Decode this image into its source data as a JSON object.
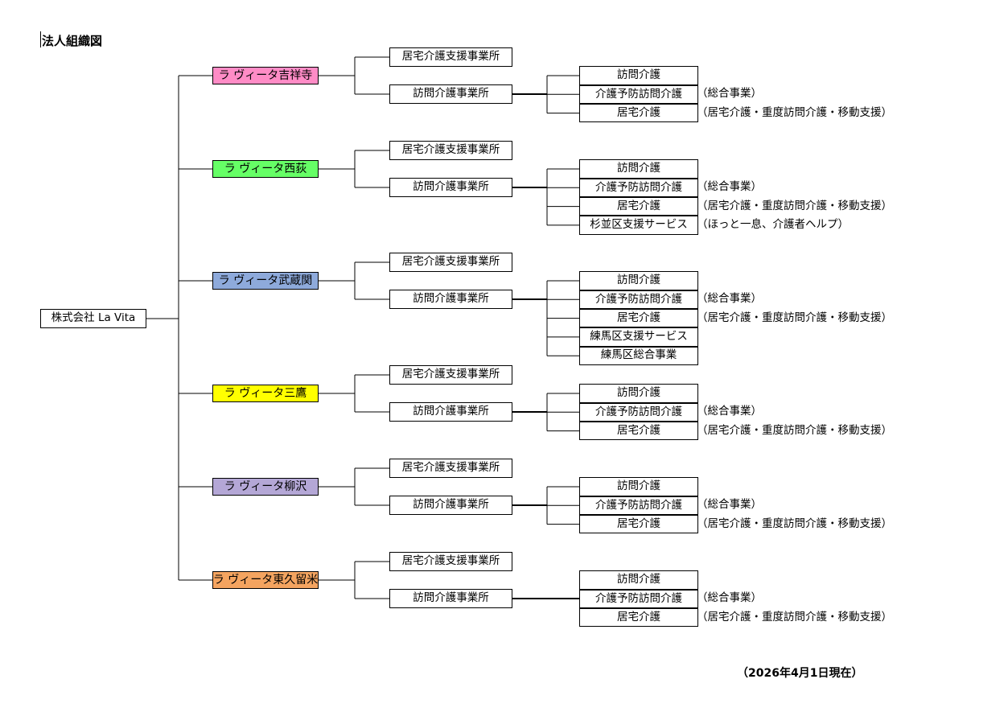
{
  "title": "法人組織図",
  "date": "（2026年4月1日現在）",
  "root": "株式会社 La Vita",
  "colors": {
    "kichijoji": "#ff8cc6",
    "nishiogi": "#66ff66",
    "musashiseki": "#8eaadb",
    "mitaka": "#ffff00",
    "yagisawa": "#b4a7d6",
    "higashikurume": "#f4a460"
  },
  "branches": [
    {
      "name": "ラ ヴィータ吉祥寺",
      "offices": [
        "居宅介護支援事業所",
        "訪問介護事業所"
      ],
      "services": [
        {
          "label": "訪問介護",
          "note": ""
        },
        {
          "label": "介護予防訪問介護",
          "note": "（総合事業）"
        },
        {
          "label": "居宅介護",
          "note": "（居宅介護・重度訪問介護・移動支援）"
        }
      ]
    },
    {
      "name": "ラ ヴィータ西荻",
      "offices": [
        "居宅介護支援事業所",
        "訪問介護事業所"
      ],
      "services": [
        {
          "label": "訪問介護",
          "note": ""
        },
        {
          "label": "介護予防訪問介護",
          "note": "（総合事業）"
        },
        {
          "label": "居宅介護",
          "note": "（居宅介護・重度訪問介護・移動支援）"
        },
        {
          "label": "杉並区支援サービス",
          "note": "（ほっと一息、介護者ヘルプ）"
        }
      ]
    },
    {
      "name": "ラ ヴィータ武蔵関",
      "offices": [
        "居宅介護支援事業所",
        "訪問介護事業所"
      ],
      "services": [
        {
          "label": "訪問介護",
          "note": ""
        },
        {
          "label": "介護予防訪問介護",
          "note": "（総合事業）"
        },
        {
          "label": "居宅介護",
          "note": "（居宅介護・重度訪問介護・移動支援）"
        },
        {
          "label": "練馬区支援サービス",
          "note": ""
        },
        {
          "label": "練馬区総合事業",
          "note": ""
        }
      ]
    },
    {
      "name": "ラ ヴィータ三鷹",
      "offices": [
        "居宅介護支援事業所",
        "訪問介護事業所"
      ],
      "services": [
        {
          "label": "訪問介護",
          "note": ""
        },
        {
          "label": "介護予防訪問介護",
          "note": "（総合事業）"
        },
        {
          "label": "居宅介護",
          "note": "（居宅介護・重度訪問介護・移動支援）"
        }
      ]
    },
    {
      "name": "ラ ヴィータ柳沢",
      "offices": [
        "居宅介護支援事業所",
        "訪問介護事業所"
      ],
      "services": [
        {
          "label": "訪問介護",
          "note": ""
        },
        {
          "label": "介護予防訪問介護",
          "note": "（総合事業）"
        },
        {
          "label": "居宅介護",
          "note": "（居宅介護・重度訪問介護・移動支援）"
        }
      ]
    },
    {
      "name": "ラ ヴィータ東久留米",
      "offices": [
        "居宅介護支援事業所",
        "訪問介護事業所"
      ],
      "services": [
        {
          "label": "訪問介護",
          "note": ""
        },
        {
          "label": "介護予防訪問介護",
          "note": "（総合事業）"
        },
        {
          "label": "居宅介護",
          "note": "（居宅介護・重度訪問介護・移動支援）"
        }
      ]
    }
  ]
}
